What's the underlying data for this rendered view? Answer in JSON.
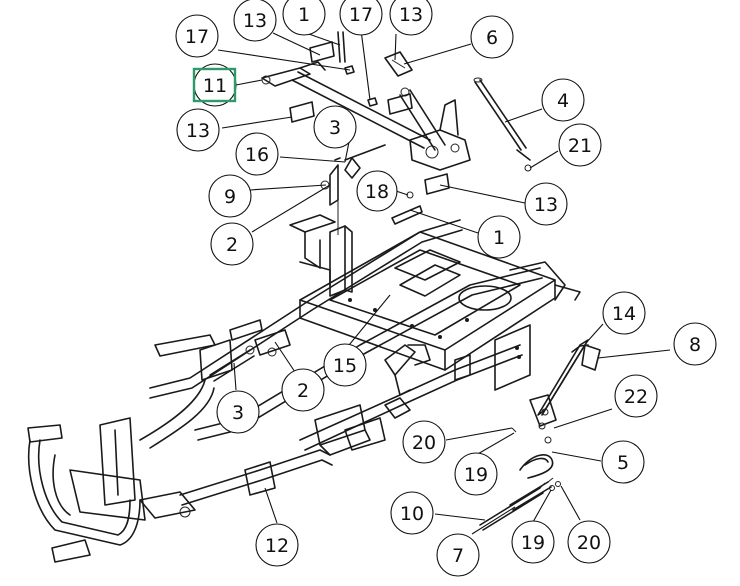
{
  "diagram": {
    "highlight_color": "#2e9a6a",
    "highlighted_label": "11",
    "callouts": [
      {
        "id": "c-13-top",
        "label": "13"
      },
      {
        "id": "c-1-top",
        "label": "1"
      },
      {
        "id": "c-17-top",
        "label": "17"
      },
      {
        "id": "c-13-topright",
        "label": "13"
      },
      {
        "id": "c-17-left",
        "label": "17"
      },
      {
        "id": "c-6",
        "label": "6"
      },
      {
        "id": "c-11",
        "label": "11"
      },
      {
        "id": "c-4",
        "label": "4"
      },
      {
        "id": "c-13-left",
        "label": "13"
      },
      {
        "id": "c-3-top",
        "label": "3"
      },
      {
        "id": "c-21",
        "label": "21"
      },
      {
        "id": "c-16",
        "label": "16"
      },
      {
        "id": "c-9",
        "label": "9"
      },
      {
        "id": "c-18",
        "label": "18"
      },
      {
        "id": "c-13-right",
        "label": "13"
      },
      {
        "id": "c-2-left",
        "label": "2"
      },
      {
        "id": "c-1-right",
        "label": "1"
      },
      {
        "id": "c-14",
        "label": "14"
      },
      {
        "id": "c-8",
        "label": "8"
      },
      {
        "id": "c-15",
        "label": "15"
      },
      {
        "id": "c-2-mid",
        "label": "2"
      },
      {
        "id": "c-3-bottom",
        "label": "3"
      },
      {
        "id": "c-22",
        "label": "22"
      },
      {
        "id": "c-20-mid",
        "label": "20"
      },
      {
        "id": "c-19-mid",
        "label": "19"
      },
      {
        "id": "c-5",
        "label": "5"
      },
      {
        "id": "c-10",
        "label": "10"
      },
      {
        "id": "c-12",
        "label": "12"
      },
      {
        "id": "c-19-bottom",
        "label": "19"
      },
      {
        "id": "c-20-bottom",
        "label": "20"
      },
      {
        "id": "c-7",
        "label": "7"
      }
    ]
  }
}
